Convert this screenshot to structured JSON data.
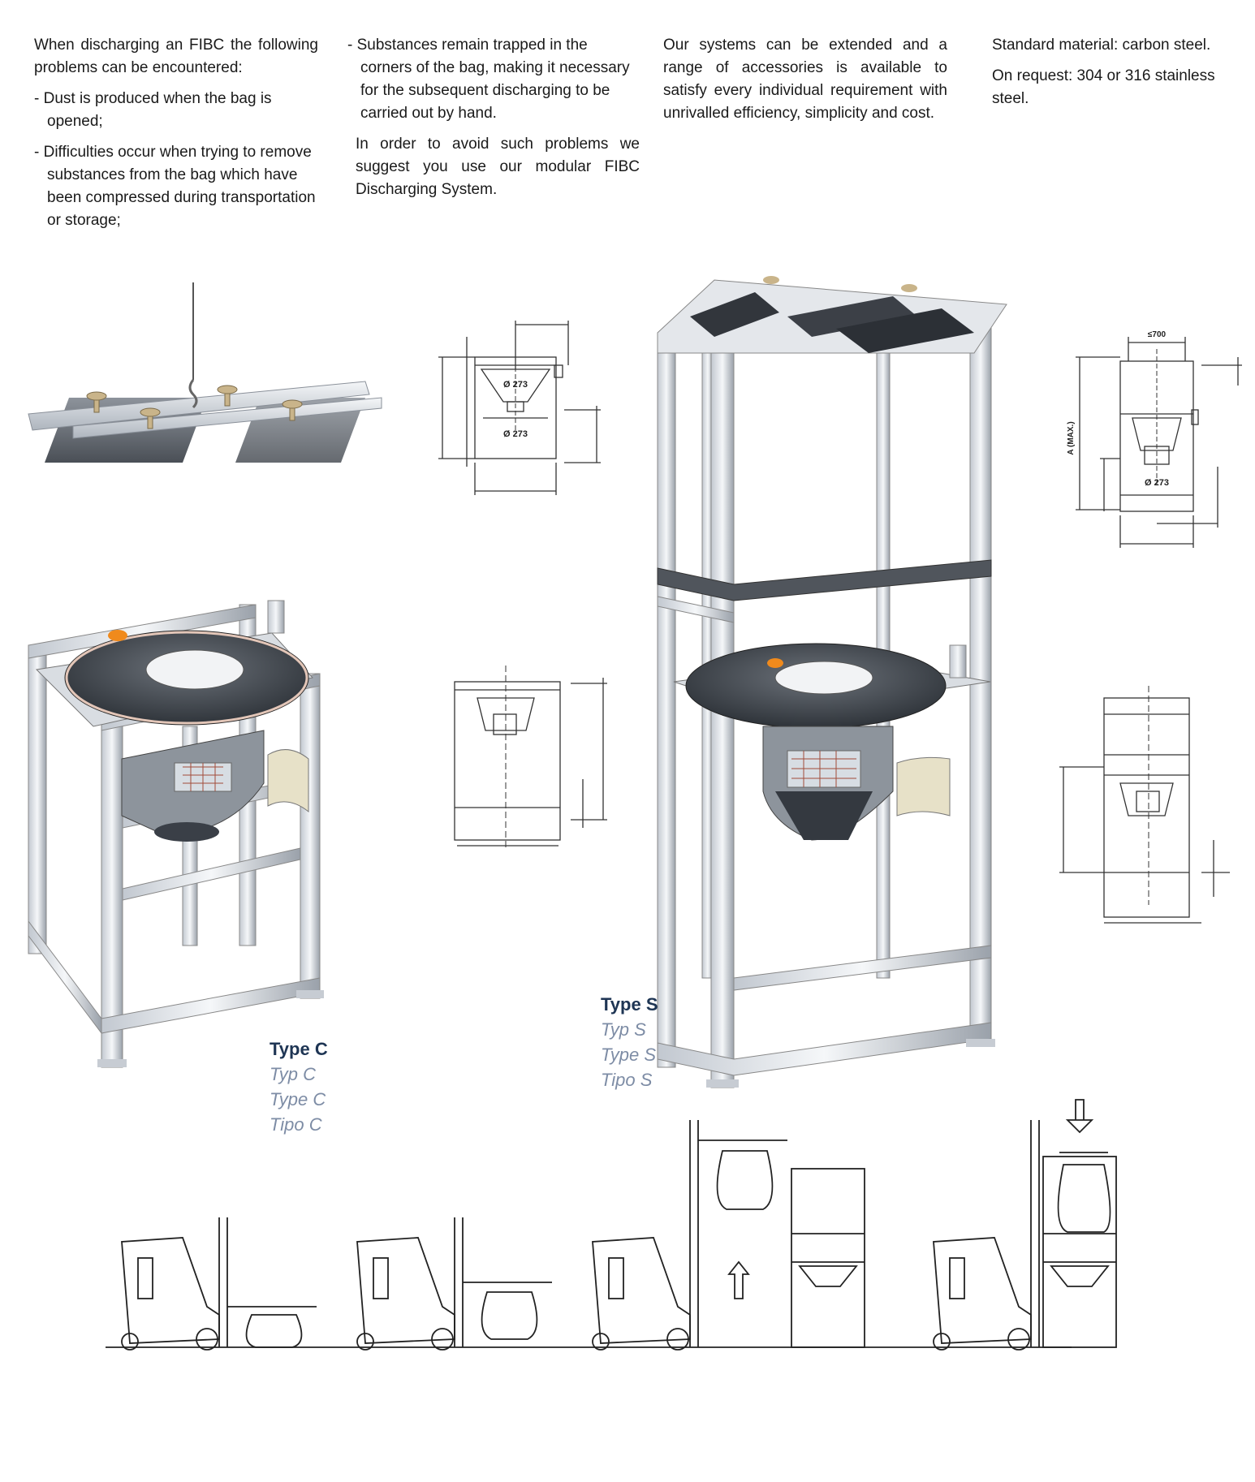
{
  "columns": {
    "c1": {
      "intro": "When discharging an FIBC the following problems can be encountered:",
      "items": [
        "- Dust is produced when the bag is opened;",
        "- Difficulties occur when trying to remove substances from the bag which have been compressed during transportation or storage;"
      ]
    },
    "c2": {
      "item": "- Substances remain trapped in the corners of the bag, making it necessary for the subsequent discharging to be carried out by hand.",
      "para": "In order to avoid such problems we suggest you use our modular FIBC Discharging System."
    },
    "c3": {
      "para": "Our systems can be extended and a range of accessories is available to satisfy every individual requirement with unrivalled efficiency, simplicity and cost."
    },
    "c4": {
      "line1": "Standard material: carbon steel.",
      "line2": "On request: 304 or 316  stainless steel."
    }
  },
  "drawings": {
    "dim_diameter": "Ø 273",
    "dim_top": "≤700",
    "dim_height": "A (MAX.)"
  },
  "captions": {
    "type_c": [
      "Type C",
      "Typ C",
      "Type C",
      "Tipo C"
    ],
    "type_s": [
      "Type S",
      "Typ S",
      "Type S",
      "Tipo S"
    ]
  },
  "colors": {
    "caption_main": "#1e3554",
    "caption_alt": "#7d8ca5",
    "frame": "#d8dde4",
    "hopper": "#3a3f47"
  }
}
